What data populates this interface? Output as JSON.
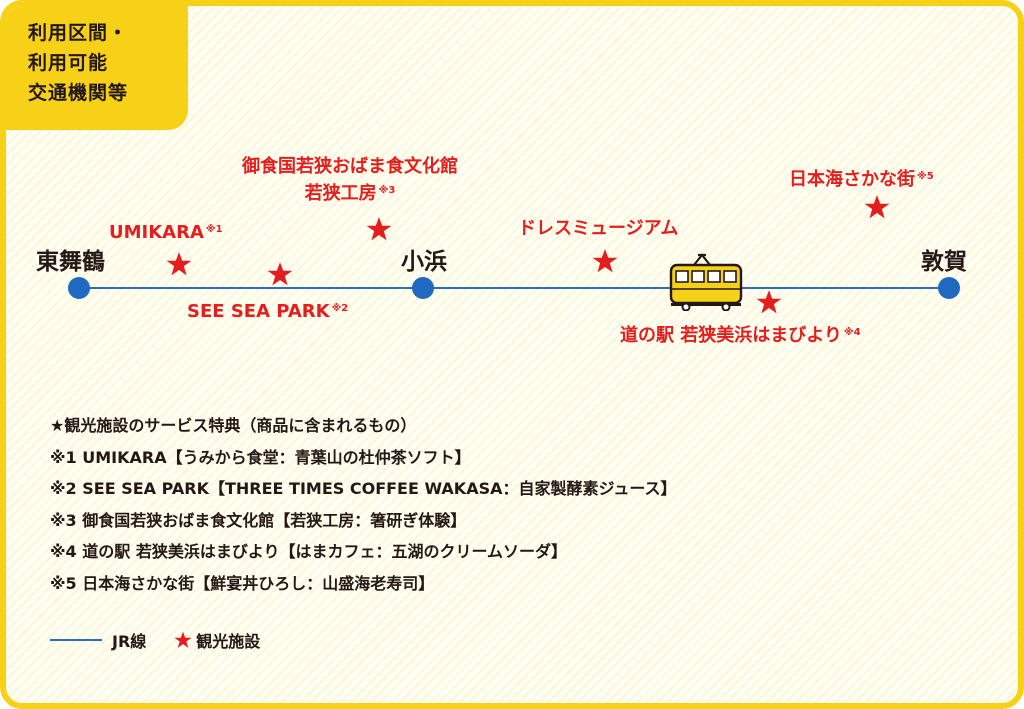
{
  "corner_label": [
    "利用区間・",
    "利用可能",
    "交通機関等"
  ],
  "stations": {
    "higashi_maizuru": "東舞鶴",
    "obama": "小浜",
    "tsuruga": "敦賀"
  },
  "spots": {
    "umikara": {
      "name": "UMIKARA",
      "mark": "※1"
    },
    "seeseapark": {
      "name": "SEE SEA PARK",
      "mark": "※2"
    },
    "miketsukuni": {
      "name_line1": "御食国若狭おばま食文化館",
      "name_line2": "若狭工房",
      "mark": "※3"
    },
    "dress_museum": {
      "name": "ドレスミュージアム"
    },
    "michinoeki": {
      "name": "道の駅 若狭美浜はまびより",
      "mark": "※4"
    },
    "nihonkai": {
      "name": "日本海さかな街",
      "mark": "※5"
    }
  },
  "colors": {
    "accent_yellow": "#f7d117",
    "route_blue": "#2e6db4",
    "station_blue": "#1f69c1",
    "spot_red": "#e41e1e"
  },
  "notes": [
    "★観光施設のサービス特典（商品に含まれるもの）",
    "※1 UMIKARA【うみから食堂：青葉山の杜仲茶ソフト】",
    "※2 SEE SEA PARK【THREE TIMES COFFEE WAKASA：自家製酵素ジュース】",
    "※3 御食国若狭おばま食文化館【若狭工房：箸研ぎ体験】",
    "※4 道の駅 若狭美浜はまびより【はまカフェ：五湖のクリームソーダ】",
    "※5 日本海さかな街【鮮宴丼ひろし：山盛海老寿司】"
  ],
  "legend": {
    "route_label": "JR線",
    "spot_label": "観光施設"
  }
}
